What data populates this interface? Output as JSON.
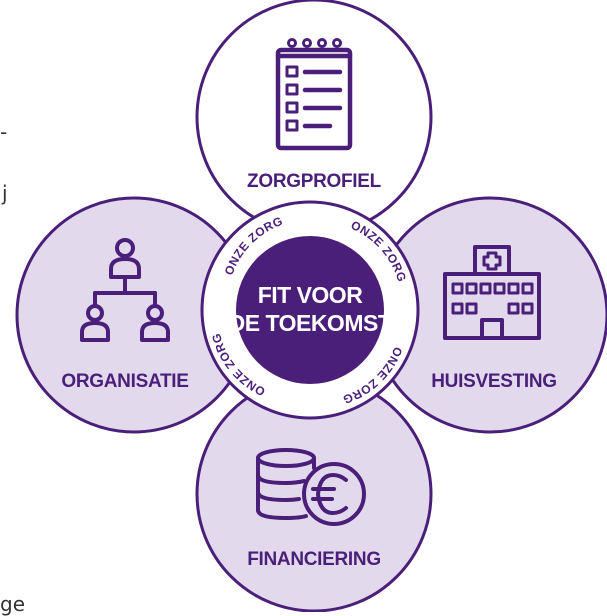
{
  "colors": {
    "purple_dark": "#4a1f7a",
    "lilac_fill": "#e3d9ed",
    "white": "#ffffff"
  },
  "margin_fragments": {
    "frag_1": "-",
    "frag_2": "j",
    "frag_3": "ge"
  },
  "center": {
    "line1": "FIT VOOR",
    "line2": "DE TOEKOMST",
    "ring_label": "ONZE ZORG"
  },
  "petals": {
    "top": {
      "label": "ZORGPROFIEL",
      "icon": "clipboard-list-icon"
    },
    "left": {
      "label": "ORGANISATIE",
      "icon": "org-chart-icon"
    },
    "right": {
      "label": "HUISVESTING",
      "icon": "hospital-icon"
    },
    "bottom": {
      "label": "FINANCIERING",
      "icon": "coins-euro-icon"
    }
  }
}
